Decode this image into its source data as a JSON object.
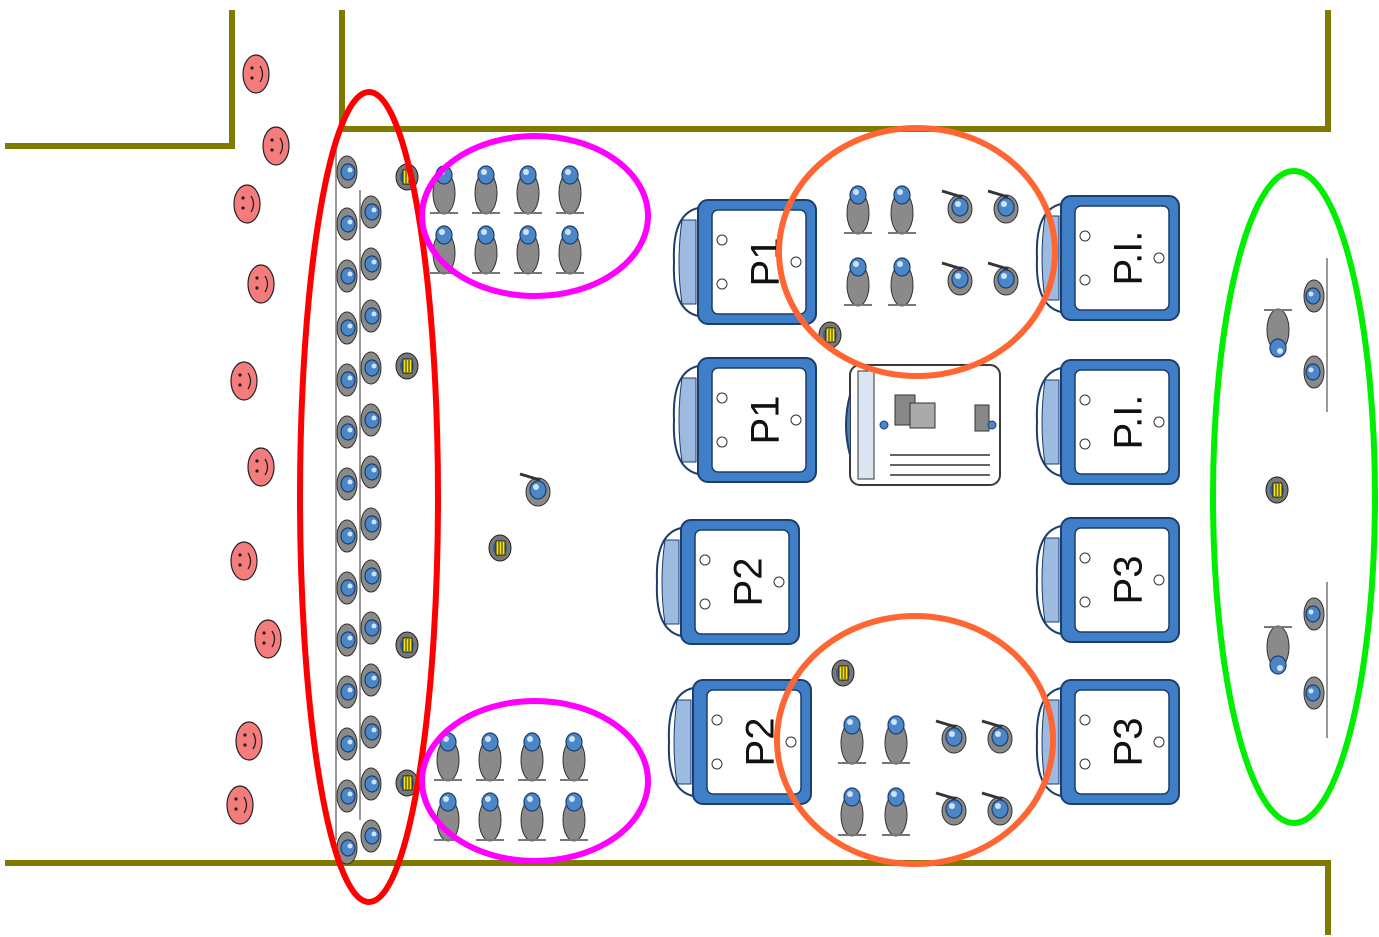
{
  "diagram": {
    "colors": {
      "wall": "#7f7a00",
      "crowd_face": "#f47c7c",
      "police_cordon": "#ff0000",
      "reserve_group": "#ff00ff",
      "van_team": "#ff6633",
      "rear_guard": "#00ee00",
      "van_body": "#3f7fc8",
      "officer_helmet": "#4a86c8"
    },
    "vans": [
      {
        "id": "van-p1-top",
        "label": "P1"
      },
      {
        "id": "van-p1-mid",
        "label": "P1"
      },
      {
        "id": "van-p2-left",
        "label": "P2"
      },
      {
        "id": "van-p2-bottom",
        "label": "P2"
      },
      {
        "id": "van-pi-top",
        "label": "P.I."
      },
      {
        "id": "van-pi-mid",
        "label": "P.I."
      },
      {
        "id": "van-p3-right",
        "label": "P3"
      },
      {
        "id": "van-p3-bottom",
        "label": "P3"
      }
    ],
    "groups": [
      {
        "id": "cordon",
        "icon": "riot-officer-icon"
      },
      {
        "id": "reserve-top",
        "icon": "officer-icon"
      },
      {
        "id": "reserve-bottom",
        "icon": "officer-icon"
      },
      {
        "id": "van-team-top",
        "icon": "officer-icon"
      },
      {
        "id": "van-team-bottom",
        "icon": "officer-icon"
      },
      {
        "id": "rear-guard",
        "icon": "officer-icon"
      }
    ],
    "crowd_icon": "face-icon",
    "commander_icon": "commander-icon",
    "command_vehicle_icon": "command-vehicle-icon"
  }
}
